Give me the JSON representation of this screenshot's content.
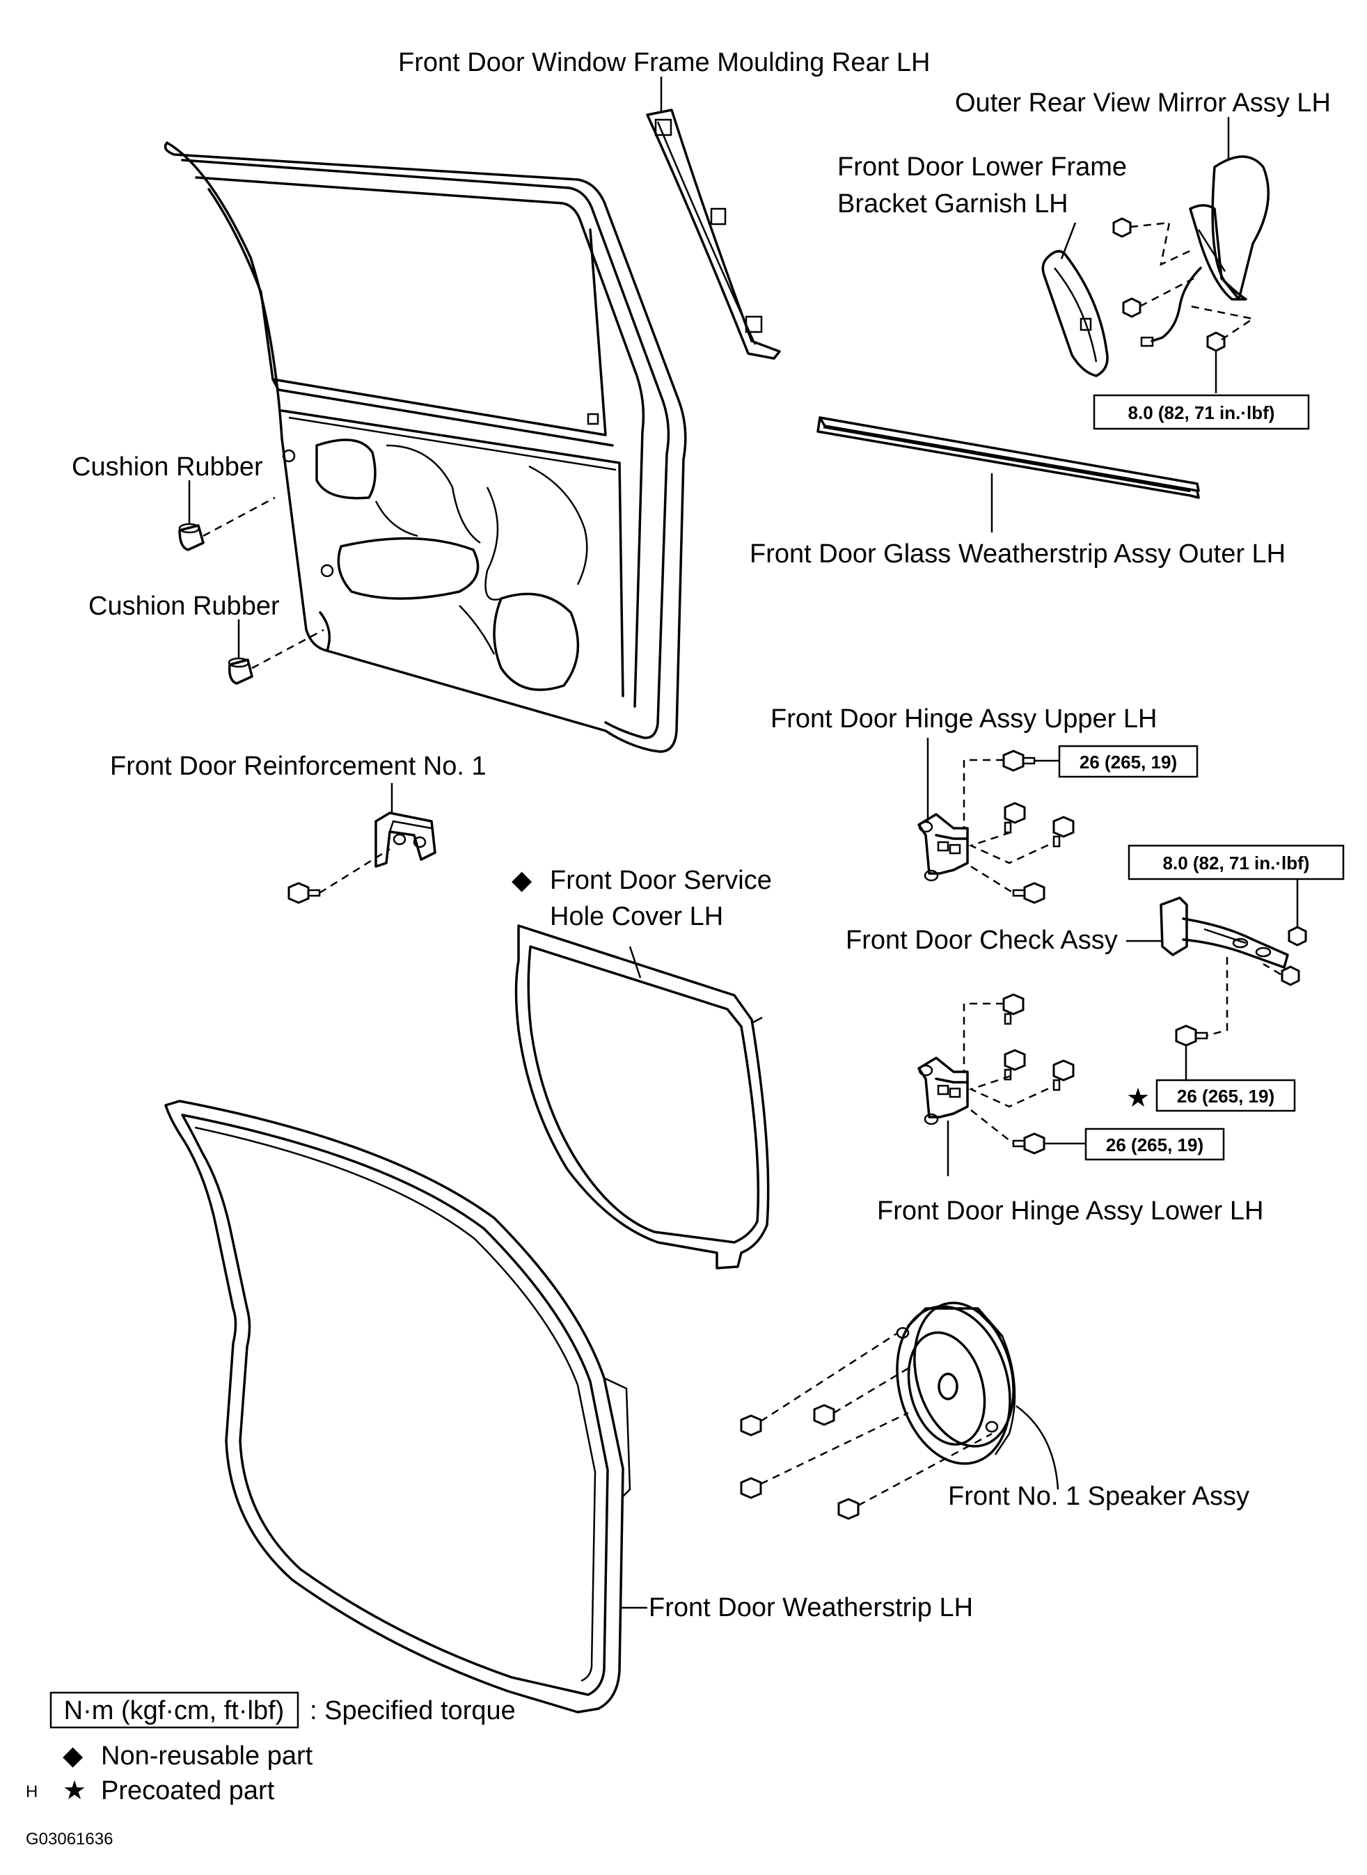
{
  "labels": {
    "moulding": "Front Door Window Frame Moulding Rear LH",
    "mirror": "Outer Rear View Mirror Assy LH",
    "garnish_1": "Front Door Lower Frame",
    "garnish_2": "Bracket Garnish LH",
    "cushion_1": "Cushion Rubber",
    "cushion_2": "Cushion Rubber",
    "weatherstrip_outer": "Front Door Glass Weatherstrip Assy Outer LH",
    "hinge_upper": "Front Door Hinge Assy Upper LH",
    "reinforcement": "Front Door Reinforcement No. 1",
    "service_cover_1": "Front Door Service",
    "service_cover_2": "Hole Cover LH",
    "check": "Front Door Check Assy",
    "hinge_lower": "Front Door Hinge Assy Lower LH",
    "speaker": "Front No. 1 Speaker Assy",
    "weatherstrip": "Front Door Weatherstrip LH"
  },
  "torques": {
    "mirror": "8.0 (82, 71 in.·lbf)",
    "hinge_upper": "26 (265, 19)",
    "check": "8.0 (82, 71 in.·lbf)",
    "check_lower": "26 (265, 19)",
    "hinge_lower": "26 (265, 19)"
  },
  "legend": {
    "torque_box": "N·m (kgf·cm, ft·lbf)",
    "torque_text": ": Specified torque",
    "nonreusable_symbol": "◆",
    "nonreusable_text": "Non-reusable  part",
    "precoated_symbol": "★",
    "precoated_text": "Precoated part",
    "h_mark": "H"
  },
  "symbols": {
    "service_cover": "◆",
    "check_lower": "★"
  },
  "figure_code": "G03061636"
}
